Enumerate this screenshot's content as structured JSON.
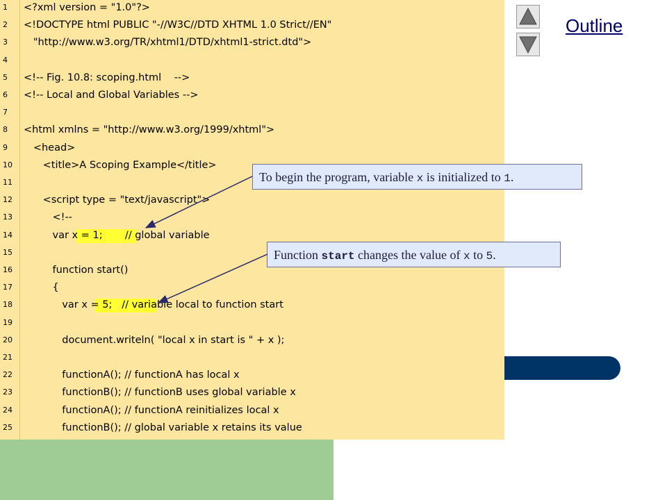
{
  "header": {
    "outline_label": "Outline"
  },
  "nav": {
    "up_icon": "triangle-up-icon",
    "down_icon": "triangle-down-icon"
  },
  "code_lines": [
    {
      "num": "1",
      "text": "<?xml version = \"1.0\"?>"
    },
    {
      "num": "2",
      "text": "<!DOCTYPE html PUBLIC \"-//W3C//DTD XHTML 1.0 Strict//EN\""
    },
    {
      "num": "3",
      "text": "   \"http://www.w3.org/TR/xhtml1/DTD/xhtml1-strict.dtd\">"
    },
    {
      "num": "4",
      "text": ""
    },
    {
      "num": "5",
      "text": "<!-- Fig. 10.8: scoping.html    -->"
    },
    {
      "num": "6",
      "text": "<!-- Local and Global Variables -->"
    },
    {
      "num": "7",
      "text": ""
    },
    {
      "num": "8",
      "text": "<html xmlns = \"http://www.w3.org/1999/xhtml\">"
    },
    {
      "num": "9",
      "text": "   <head>"
    },
    {
      "num": "10",
      "text": "      <title>A Scoping Example</title>"
    },
    {
      "num": "11",
      "text": ""
    },
    {
      "num": "12",
      "text": "      <script type = \"text/javascript\">"
    },
    {
      "num": "13",
      "text": "         <!--"
    },
    {
      "num": "14",
      "text": "         var x = 1;       // global variable"
    },
    {
      "num": "15",
      "text": ""
    },
    {
      "num": "16",
      "text": "         function start()"
    },
    {
      "num": "17",
      "text": "         {"
    },
    {
      "num": "18",
      "text": "            var x = 5;   // variable local to function start"
    },
    {
      "num": "19",
      "text": ""
    },
    {
      "num": "20",
      "text": "            document.writeln( \"local x in start is \" + x );"
    },
    {
      "num": "21",
      "text": ""
    },
    {
      "num": "22",
      "text": "            functionA(); // functionA has local x"
    },
    {
      "num": "23",
      "text": "            functionB(); // functionB uses global variable x"
    },
    {
      "num": "24",
      "text": "            functionA(); // functionA reinitializes local x"
    },
    {
      "num": "25",
      "text": "            functionB(); // global variable x retains its value"
    }
  ],
  "callouts": {
    "first": {
      "before": "To begin the program, variable ",
      "var": "x",
      "middle": " is initialized to ",
      "value": "1",
      "after": "."
    },
    "second": {
      "before": "Function ",
      "fn": "start",
      "middle": " changes the value of ",
      "var": "x",
      "to": " to ",
      "value": "5",
      "after": "."
    }
  }
}
